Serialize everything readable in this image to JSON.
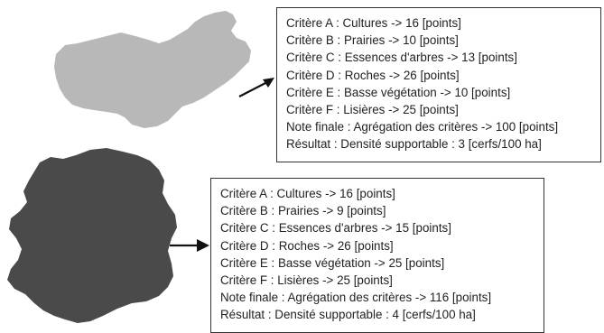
{
  "zones": [
    {
      "zone_color": "#b8b8b8",
      "lines": [
        "Critère A : Cultures -> 16 [points]",
        "Critère B : Prairies -> 10 [points]",
        "Critère C : Essences d'arbres -> 13 [points]",
        "Critère D : Roches -> 26 [points]",
        "Critère E : Basse végétation -> 10 [points]",
        "Critère F : Lisières -> 25 [points]",
        "Note finale : Agrégation des critères -> 100 [points]",
        "Résultat : Densité supportable : 3 [cerfs/100 ha]"
      ]
    },
    {
      "zone_color": "#4a4a4a",
      "lines": [
        "Critère A : Cultures -> 16 [points]",
        "Critère B : Prairies -> 9 [points]",
        "Critère C : Essences d'arbres -> 15 [points]",
        "Critère D : Roches -> 26 [points]",
        "Critère E : Basse végétation -> 25 [points]",
        "Critère F : Lisières -> 25 [points]",
        "Note finale : Agrégation des critères -> 116 [points]",
        "Résultat : Densité supportable : 4 [cerfs/100 ha]"
      ]
    }
  ]
}
